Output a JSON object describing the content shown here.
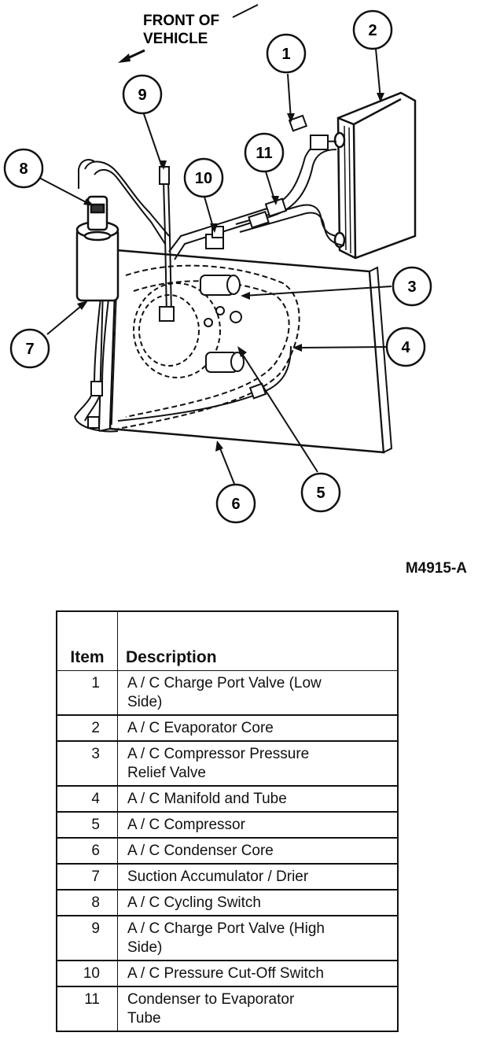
{
  "diagram": {
    "front_label_line1": "FRONT OF",
    "front_label_line2": "VEHICLE",
    "callouts": [
      "1",
      "2",
      "3",
      "4",
      "5",
      "6",
      "7",
      "8",
      "9",
      "10",
      "11"
    ]
  },
  "figure_code": "M4915-A",
  "legend": {
    "header_item": "Item",
    "header_description": "Description",
    "rows": [
      {
        "item": "1",
        "description_lines": [
          "A / C Charge Port Valve (Low",
          "Side)"
        ]
      },
      {
        "item": "2",
        "description_lines": [
          "A / C Evaporator Core"
        ]
      },
      {
        "item": "3",
        "description_lines": [
          "A / C Compressor Pressure",
          "Relief Valve"
        ]
      },
      {
        "item": "4",
        "description_lines": [
          "A / C Manifold and Tube"
        ]
      },
      {
        "item": "5",
        "description_lines": [
          "A / C Compressor"
        ]
      },
      {
        "item": "6",
        "description_lines": [
          "A / C Condenser Core"
        ]
      },
      {
        "item": "7",
        "description_lines": [
          "Suction Accumulator / Drier"
        ]
      },
      {
        "item": "8",
        "description_lines": [
          "A / C Cycling Switch"
        ]
      },
      {
        "item": "9",
        "description_lines": [
          "A / C Charge Port Valve (High",
          "Side)"
        ]
      },
      {
        "item": "10",
        "description_lines": [
          "A / C Pressure Cut-Off Switch"
        ]
      },
      {
        "item": "11",
        "description_lines": [
          "Condenser to Evaporator",
          "Tube"
        ]
      }
    ]
  }
}
